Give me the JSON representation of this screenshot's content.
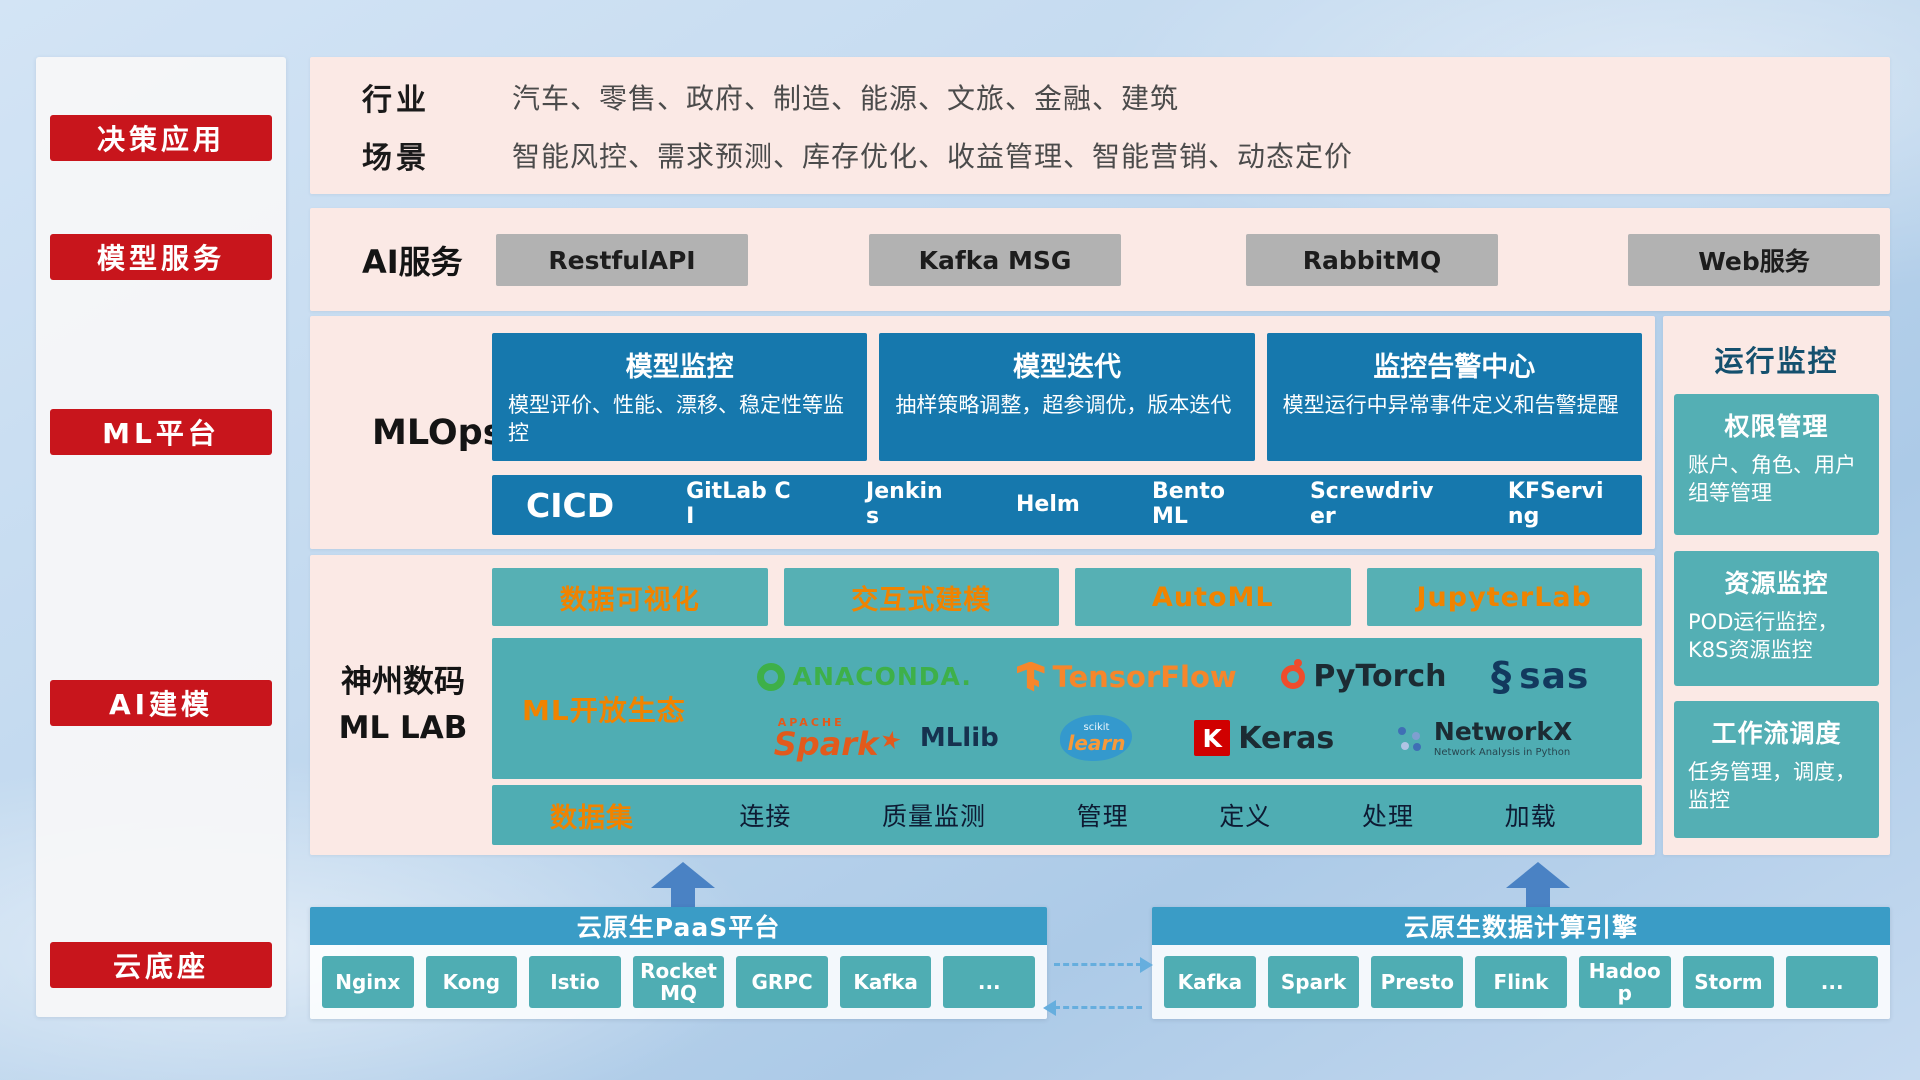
{
  "colors": {
    "accent_red": "#c8151c",
    "panel_pink": "#fbe9e5",
    "card_blue": "#1678ad",
    "teal": "#4fadb3",
    "orange": "#f08300",
    "bar_blue": "#3a9cc6"
  },
  "sidebar": {
    "items": [
      "决策应用",
      "模型服务",
      "ML平台",
      "AI建模",
      "云底座"
    ]
  },
  "industry": {
    "rows": [
      {
        "label": "行业",
        "value": "汽车、零售、政府、制造、能源、文旅、金融、建筑"
      },
      {
        "label": "场景",
        "value": "智能风控、需求预测、库存优化、收益管理、智能营销、动态定价"
      }
    ]
  },
  "ai_service": {
    "label": "AI服务",
    "items": [
      "RestfulAPI",
      "Kafka MSG",
      "RabbitMQ",
      "Web服务"
    ]
  },
  "mlops": {
    "label": "MLOps",
    "cards": [
      {
        "title": "模型监控",
        "desc": "模型评价、性能、漂移、稳定性等监控"
      },
      {
        "title": "模型迭代",
        "desc": "抽样策略调整，超参调优，版本迭代"
      },
      {
        "title": "监控告警中心",
        "desc": "模型运行中异常事件定义和告警提醒"
      }
    ],
    "cicd_label": "CICD",
    "cicd_items": [
      "GitLab CI",
      "Jenkins",
      "Helm",
      "BentoML",
      "Screwdriver",
      "KFServing"
    ]
  },
  "mllab": {
    "label_line1": "神州数码",
    "label_line2": "ML LAB",
    "tools": [
      "数据可视化",
      "交互式建模",
      "AutoML",
      "JupyterLab"
    ],
    "ecosystem_label": "ML开放生态",
    "logos": {
      "anaconda": "ANACONDA.",
      "tensorflow": "TensorFlow",
      "pytorch": "PyTorch",
      "sas_swoosh": "§",
      "sas": "sas",
      "apache": "APACHE",
      "spark": "Spark",
      "spark_star": "★",
      "mllib": "MLlib",
      "scikit_top": "scikit",
      "scikit_main": "learn",
      "keras_k": "K",
      "keras": "Keras",
      "networkx": "NetworkX",
      "networkx_sub": "Network Analysis in Python"
    },
    "dataset_label": "数据集",
    "dataset_items": [
      "连接",
      "质量监测",
      "管理",
      "定义",
      "处理",
      "加载"
    ]
  },
  "monitoring": {
    "title": "运行监控",
    "cards": [
      {
        "title": "权限管理",
        "desc": "账户、角色、用户组等管理"
      },
      {
        "title": "资源监控",
        "desc": "POD运行监控，K8S资源监控"
      },
      {
        "title": "工作流调度",
        "desc": "任务管理，调度，监控"
      }
    ]
  },
  "paas": {
    "title": "云原生PaaS平台",
    "items": [
      "Nginx",
      "Kong",
      "Istio",
      "RocketMQ",
      "GRPC",
      "Kafka",
      "..."
    ]
  },
  "engine": {
    "title": "云原生数据计算引擎",
    "items": [
      "Kafka",
      "Spark",
      "Presto",
      "Flink",
      "Hadoop",
      "Storm",
      "..."
    ]
  }
}
